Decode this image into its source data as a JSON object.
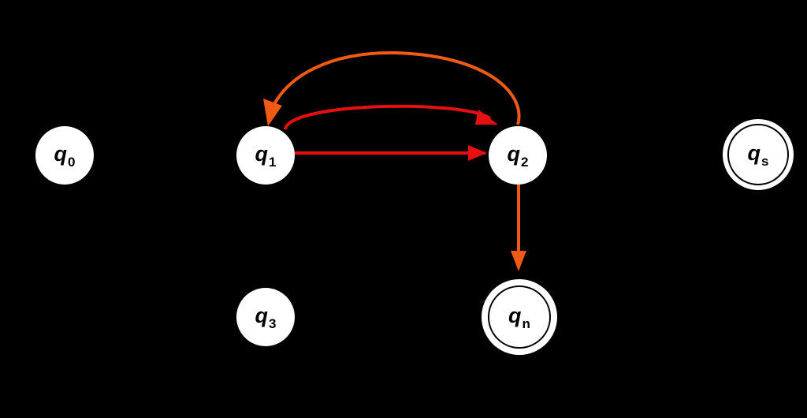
{
  "colors": {
    "background": "#000000",
    "node_fill": "#ffffff",
    "text": "#000000",
    "edge_red": "#e61010",
    "edge_orange": "#f05a14"
  },
  "states": {
    "q0": {
      "name": "q",
      "sub": "0"
    },
    "q1": {
      "name": "q",
      "sub": "1"
    },
    "q2": {
      "name": "q",
      "sub": "2"
    },
    "q3": {
      "name": "q",
      "sub": "3"
    },
    "qs": {
      "name": "q",
      "sub": "s",
      "accepting": true
    },
    "qn": {
      "name": "q",
      "sub": "n",
      "accepting": true
    }
  },
  "transitions": [
    {
      "from": "q1",
      "to": "q2",
      "color": "red",
      "shape": "straight"
    },
    {
      "from": "q1",
      "to": "q2",
      "color": "red",
      "shape": "curved"
    },
    {
      "from": "q2",
      "to": "q1",
      "color": "orange",
      "shape": "arc"
    },
    {
      "from": "q2",
      "to": "qn",
      "color": "orange",
      "shape": "straight"
    }
  ]
}
